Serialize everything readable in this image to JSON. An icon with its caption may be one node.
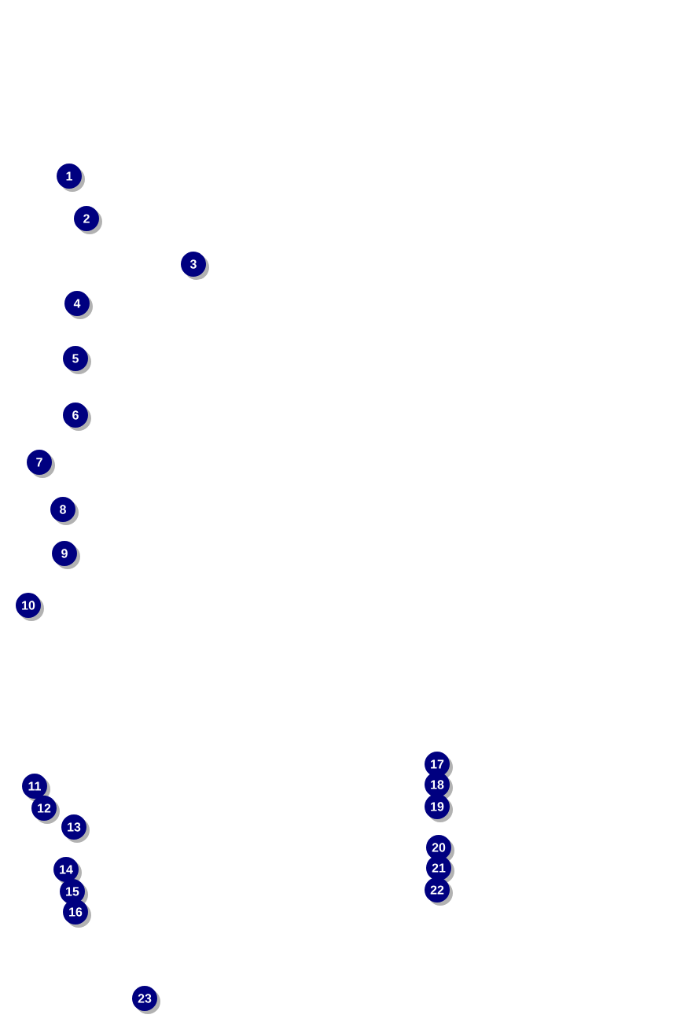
{
  "diagram": {
    "labels": [
      "1",
      "2",
      "3",
      "4",
      "5",
      "6",
      "7",
      "8",
      "9",
      "10",
      "11",
      "12",
      "13",
      "14",
      "15",
      "16",
      "17",
      "18",
      "19",
      "20",
      "21",
      "22",
      "23"
    ]
  }
}
